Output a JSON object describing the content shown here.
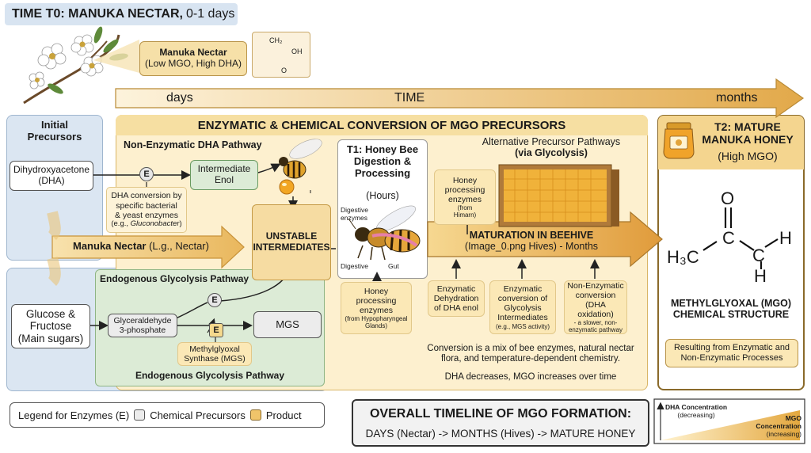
{
  "header": {
    "title_bold": "TIME T0: MANUKA NECTAR,",
    "title_light": "0-1 days"
  },
  "nectar_callout": {
    "line1": "Manuka Nectar",
    "line2": "(Low MGO, High DHA)"
  },
  "small_molecule": {
    "ch2": "CH₂",
    "oh": "OH",
    "o": "O"
  },
  "timeline": {
    "left": "days",
    "center": "TIME",
    "right": "months"
  },
  "initial_precursors": {
    "title_line1": "Initial",
    "title_line2": "Precursors"
  },
  "dha_box": {
    "line1": "Dihydroxyacetone",
    "line2": "(DHA)"
  },
  "dha_conversion": {
    "line1": "DHA conversion by",
    "line2": "specific bacterial",
    "line3": "& yeast enzymes",
    "line4_prefix": "(e.g., ",
    "line4_italic": "Gluconobacter",
    "line4_suffix": ")"
  },
  "enzymatic_header": "ENZYMATIC & CHEMICAL CONVERSION OF MGO PRECURSORS",
  "non_enzymatic_pathway": "Non-Enzymatic DHA Pathway",
  "intermediate_enol": {
    "line1": "Intermediate",
    "line2": "Enol"
  },
  "manuka_nectar_arrow": {
    "bold": "Manuka Nectar",
    "normal": " (L.g., Nectar)"
  },
  "unstable": {
    "line1": "UNSTABLE",
    "line2": "INTERMEDIATES"
  },
  "t1": {
    "line1": "T1: Honey Bee",
    "line2": "Digestion &",
    "line3": "Processing",
    "hours": "(Hours)",
    "digestive_enzymes_1": "Digestive",
    "digestive_enzymes_2": "enzymes",
    "digestive": "Digestive",
    "gut": "Gut"
  },
  "honey_enzymes_lower": {
    "line1": "Honey",
    "line2": "processing",
    "line3": "enzymes",
    "line4": "(from Hypopharyngeal",
    "line5": "Glands)"
  },
  "alt_pathways": {
    "line1": "Alternative Precursor Pathways",
    "line2": "(via Glycolysis)"
  },
  "honey_enzymes_upper": {
    "line1": "Honey",
    "line2": "processing",
    "line3": "enzymes",
    "line4": "(from",
    "line5": "Himarn)"
  },
  "maturation": {
    "line1": "MATURATION IN BEEHIVE",
    "line2": "(Image_0.png Hives) - Months"
  },
  "endogenous_top": "Endogenous Glycolysis Pathway",
  "endogenous_bottom": "Endogenous Glycolysis Pathway",
  "glucose": {
    "line1": "Glucose &",
    "line2": "Fructose",
    "line3": "(Main sugars)"
  },
  "glyceraldehyde": {
    "line1": "Glyceraldehyde",
    "line2": "3-phosphate"
  },
  "mgs": "MGS",
  "methylglyoxal_synthase": {
    "line1": "Methylglyoxal",
    "line2": "Synthase (MGS)"
  },
  "enzyme_letter": "E",
  "mechanisms": [
    {
      "lines": [
        "Enzymatic",
        "Dehydration",
        "of DHA enol"
      ]
    },
    {
      "lines": [
        "Enzymatic",
        "conversion of",
        "Glycolysis",
        "Intermediates"
      ],
      "small": "(e.g., MGS activity)"
    },
    {
      "lines": [
        "Non-Enzymatic",
        "conversion (DHA",
        "oxidation)"
      ],
      "small2": [
        "- a slower, non-",
        "enzymatic pathway"
      ]
    }
  ],
  "conversion_note": {
    "line1": "Conversion is a mix of bee enzymes, natural nectar",
    "line2": "flora, and temperature-dependent chemistry."
  },
  "dha_decreases": "DHA decreases, MGO increases over time",
  "t2": {
    "line1": "T2: MATURE",
    "line2": "MANUKA HONEY",
    "line3": "(High MGO)"
  },
  "mgo_structure": {
    "o": "O",
    "c": "C",
    "h": "H",
    "h3c": "H₃C",
    "caption1": "METHYLGLYOXAL (MGO)",
    "caption2": "CHEMICAL STRUCTURE"
  },
  "resulting": {
    "line1": "Resulting from Enzymatic and",
    "line2": "Non-Enzymatic Processes"
  },
  "legend": {
    "enzymes": "Legend for Enzymes (E)",
    "chemical": "Chemical Precursors",
    "product": "Product"
  },
  "overall": {
    "line1": "OVERALL TIMELINE OF MGO FORMATION:",
    "line2": "DAYS (Nectar) -> MONTHS (Hives) -> MATURE HONEY"
  },
  "concentration": {
    "dha1": "DHA Concentration",
    "dha2": "(decreasing)",
    "mgo1": "MGO",
    "mgo2": "Concentration",
    "mgo3": "(increasing)"
  },
  "colors": {
    "blue_panel": "#dbe6f2",
    "cream": "#fbecc4",
    "green": "#dcebd6",
    "gold_arrow": "#e8b65a",
    "dark_gold": "#b88a2a"
  }
}
